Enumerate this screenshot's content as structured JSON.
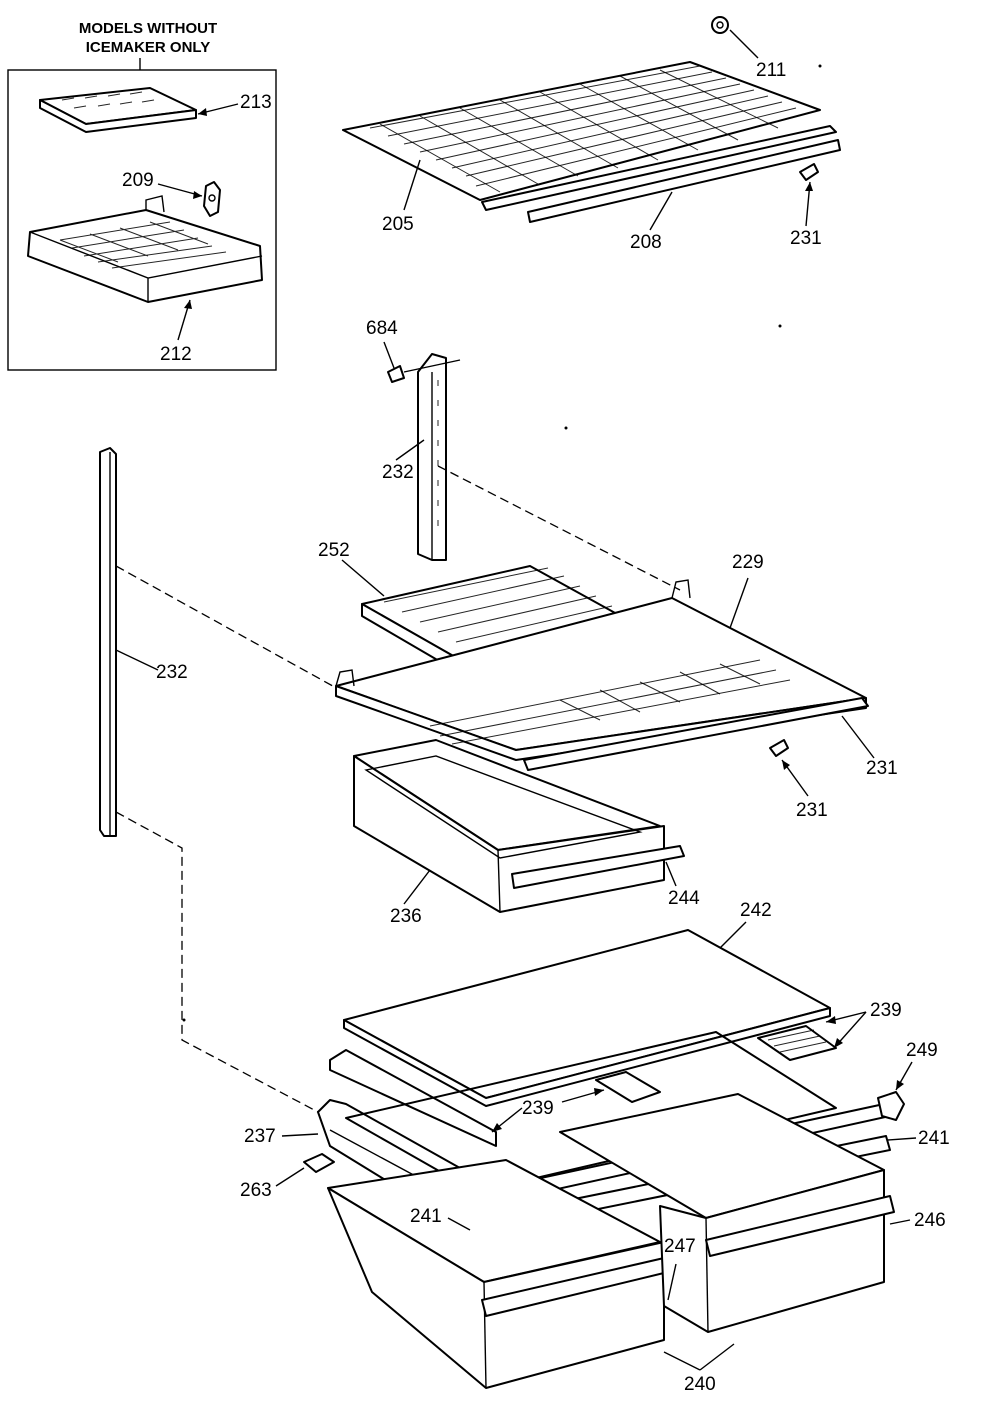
{
  "inset": {
    "title_line1": "MODELS WITHOUT",
    "title_line2": "ICEMAKER ONLY"
  },
  "labels": {
    "p211": "211",
    "p213": "213",
    "p209": "209",
    "p212": "212",
    "p205": "205",
    "p208": "208",
    "p231a": "231",
    "p684": "684",
    "p232a": "232",
    "p232b": "232",
    "p252": "252",
    "p229": "229",
    "p231b": "231",
    "p231c": "231",
    "p236": "236",
    "p244": "244",
    "p242": "242",
    "p239a": "239",
    "p249": "249",
    "p239b": "239",
    "p237": "237",
    "p241a": "241",
    "p263": "263",
    "p241b": "241",
    "p246": "246",
    "p247": "247",
    "p240": "240"
  }
}
